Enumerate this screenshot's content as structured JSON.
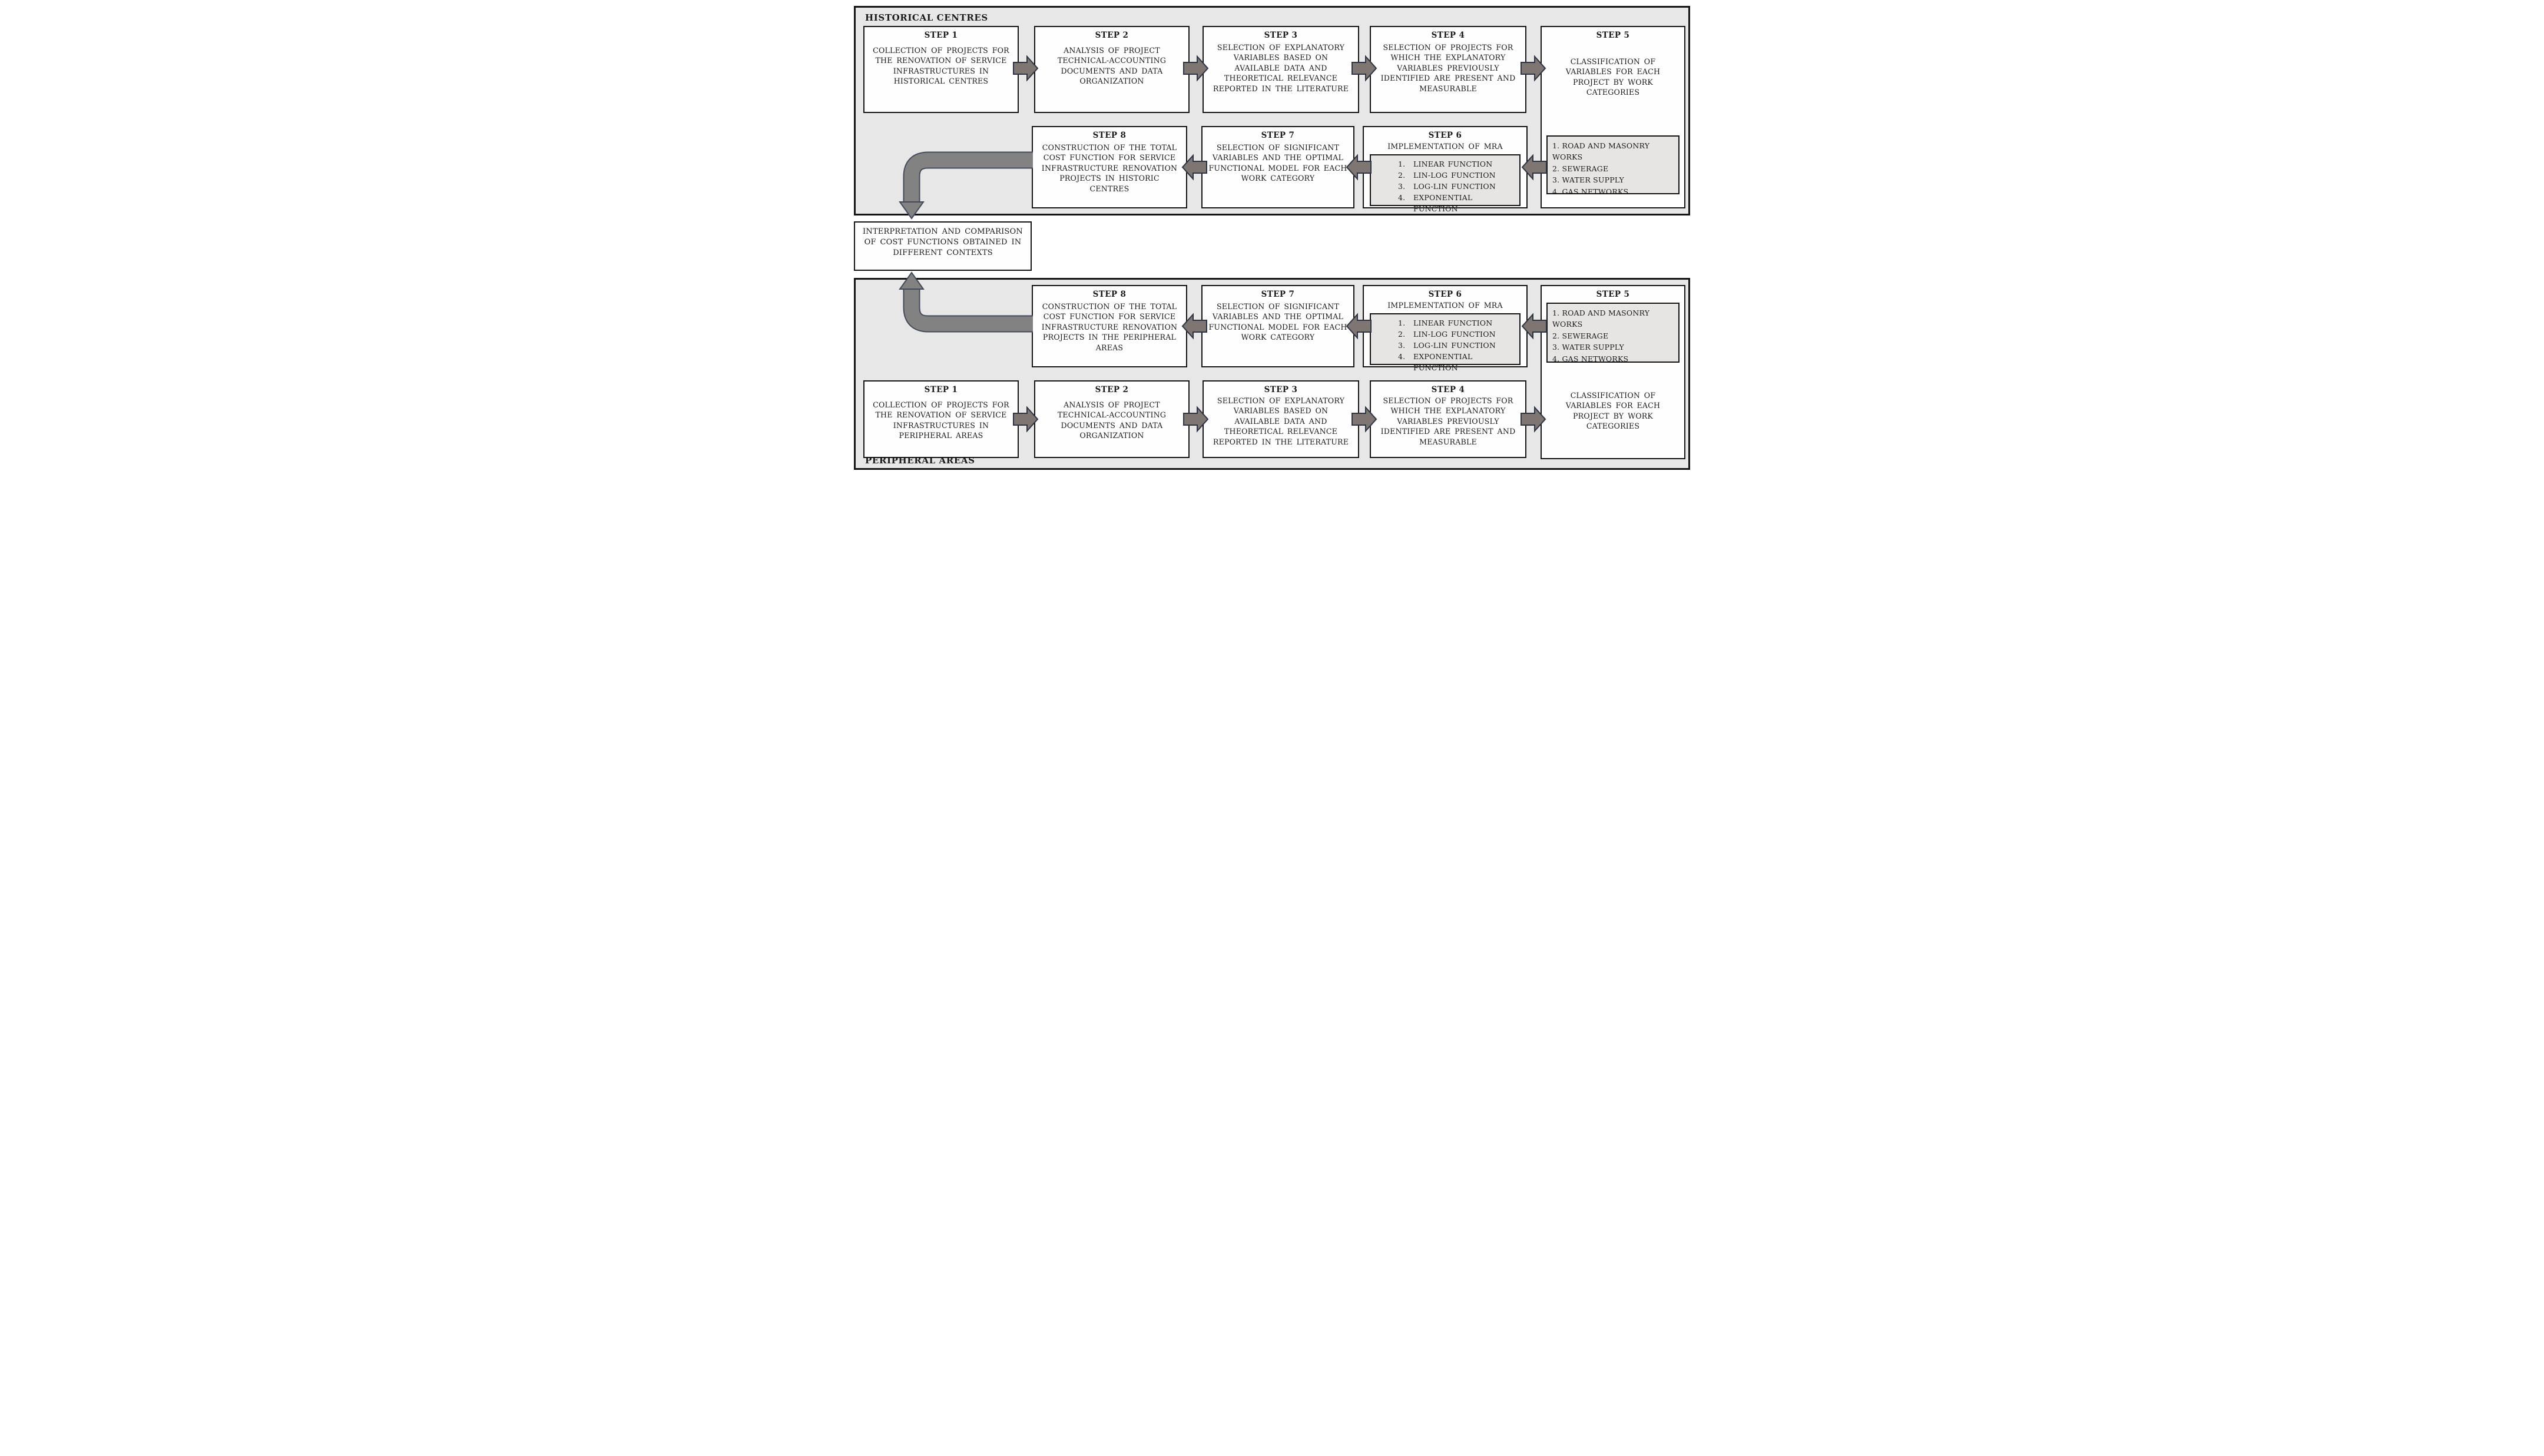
{
  "diagram": {
    "colors": {
      "section_bg": "#e8e7e7",
      "box_bg": "#fefefe",
      "border": "#141414",
      "arrow_fill": "#7d7672",
      "arrow_outline": "#2e3442",
      "elbow_fill": "#828282",
      "elbow_outline": "#434a59",
      "inner_box_bg": "#e7e5e4"
    },
    "historical": {
      "label": "HISTORICAL CENTRES",
      "step1": {
        "title": "STEP 1",
        "body": "COLLECTION OF PROJECTS FOR THE RENOVATION OF SERVICE INFRASTRUCTURES IN HISTORICAL CENTRES"
      },
      "step2": {
        "title": "STEP 2",
        "body": "ANALYSIS OF PROJECT TECHNICAL-ACCOUNTING DOCUMENTS AND DATA ORGANIZATION"
      },
      "step3": {
        "title": "STEP 3",
        "body": "SELECTION OF EXPLANATORY VARIABLES BASED ON AVAILABLE DATA AND THEORETICAL RELEVANCE REPORTED IN THE LITERATURE"
      },
      "step4": {
        "title": "STEP 4",
        "body": "SELECTION OF PROJECTS FOR WHICH THE EXPLANATORY VARIABLES PREVIOUSLY IDENTIFIED ARE PRESENT AND MEASURABLE"
      },
      "step5": {
        "title": "STEP 5",
        "body": "CLASSIFICATION OF VARIABLES FOR EACH PROJECT BY WORK CATEGORIES",
        "work_categories": [
          "1. ROAD AND MASONRY WORKS",
          "2. SEWERAGE",
          "3. WATER SUPPLY",
          "4. GAS NETWORKS"
        ]
      },
      "step6": {
        "title": "STEP 6",
        "body": "IMPLEMENTATION OF MRA",
        "functions": [
          {
            "num": "1.",
            "label": "LINEAR FUNCTION"
          },
          {
            "num": "2.",
            "label": "LIN-LOG FUNCTION"
          },
          {
            "num": "3.",
            "label": "LOG-LIN FUNCTION"
          },
          {
            "num": "4.",
            "label": "EXPONENTIAL FUNCTION"
          }
        ]
      },
      "step7": {
        "title": "STEP 7",
        "body": "SELECTION OF SIGNIFICANT VARIABLES AND THE OPTIMAL FUNCTIONAL MODEL FOR EACH WORK CATEGORY"
      },
      "step8": {
        "title": "STEP 8",
        "body": "CONSTRUCTION OF THE TOTAL COST FUNCTION FOR SERVICE INFRASTRUCTURE RENOVATION PROJECTS IN HISTORIC CENTRES"
      }
    },
    "peripheral": {
      "label": "PERIPHERAL AREAS",
      "step1": {
        "title": "STEP 1",
        "body": "COLLECTION OF PROJECTS FOR THE RENOVATION OF SERVICE INFRASTRUCTURES IN PERIPHERAL AREAS"
      },
      "step2": {
        "title": "STEP 2",
        "body": "ANALYSIS OF PROJECT TECHNICAL-ACCOUNTING DOCUMENTS AND DATA ORGANIZATION"
      },
      "step3": {
        "title": "STEP 3",
        "body": "SELECTION OF EXPLANATORY VARIABLES BASED ON AVAILABLE DATA AND THEORETICAL RELEVANCE REPORTED IN THE LITERATURE"
      },
      "step4": {
        "title": "STEP 4",
        "body": "SELECTION OF PROJECTS FOR WHICH THE EXPLANATORY VARIABLES PREVIOUSLY IDENTIFIED ARE PRESENT AND MEASURABLE"
      },
      "step5": {
        "title": "STEP 5",
        "body": "CLASSIFICATION OF VARIABLES FOR EACH PROJECT BY WORK CATEGORIES",
        "work_categories": [
          "1. ROAD AND MASONRY WORKS",
          "2. SEWERAGE",
          "3. WATER SUPPLY",
          "4. GAS NETWORKS"
        ]
      },
      "step6": {
        "title": "STEP 6",
        "body": "IMPLEMENTATION OF MRA",
        "functions": [
          {
            "num": "1.",
            "label": "LINEAR FUNCTION"
          },
          {
            "num": "2.",
            "label": "LIN-LOG FUNCTION"
          },
          {
            "num": "3.",
            "label": "LOG-LIN FUNCTION"
          },
          {
            "num": "4.",
            "label": "EXPONENTIAL FUNCTION"
          }
        ]
      },
      "step7": {
        "title": "STEP 7",
        "body": "SELECTION OF SIGNIFICANT VARIABLES AND THE OPTIMAL FUNCTIONAL MODEL FOR EACH WORK CATEGORY"
      },
      "step8": {
        "title": "STEP 8",
        "body": "CONSTRUCTION OF THE TOTAL COST FUNCTION FOR SERVICE INFRASTRUCTURE RENOVATION PROJECTS IN THE PERIPHERAL AREAS"
      }
    },
    "interpretation": {
      "body": "INTERPRETATION AND COMPARISON OF COST FUNCTIONS OBTAINED IN DIFFERENT CONTEXTS"
    }
  }
}
